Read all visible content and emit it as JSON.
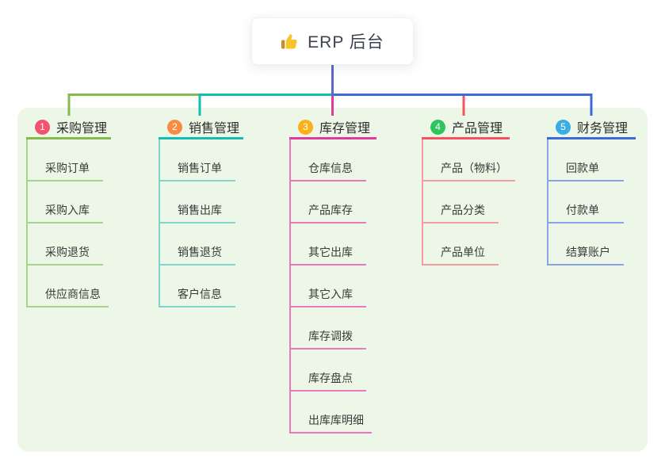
{
  "root": {
    "label": "ERP 后台",
    "icon": "thumbs-up-icon"
  },
  "branches": [
    {
      "badge": "1",
      "label": "采购管理",
      "badge_color": "#f4536e",
      "line_color": "#84bb4c",
      "child_line_color": "#a9d38b",
      "children": [
        "采购订单",
        "采购入库",
        "采购退货",
        "供应商信息"
      ]
    },
    {
      "badge": "2",
      "label": "销售管理",
      "badge_color": "#f98b43",
      "line_color": "#14bdb2",
      "child_line_color": "#7fd4cb",
      "children": [
        "销售订单",
        "销售出库",
        "销售退货",
        "客户信息"
      ]
    },
    {
      "badge": "3",
      "label": "库存管理",
      "badge_color": "#fbb017",
      "line_color": "#e03a9d",
      "child_line_color": "#ec77be",
      "children": [
        "仓库信息",
        "产品库存",
        "其它出库",
        "其它入库",
        "库存调拨",
        "库存盘点",
        "出库库明细"
      ]
    },
    {
      "badge": "4",
      "label": "产品管理",
      "badge_color": "#2dc55e",
      "line_color": "#f8515f",
      "child_line_color": "#f79ba3",
      "children": [
        "产品（物料）",
        "产品分类",
        "产品单位"
      ]
    },
    {
      "badge": "5",
      "label": "财务管理",
      "badge_color": "#38aee4",
      "line_color": "#3d6ad9",
      "child_line_color": "#87a4e3",
      "children": [
        "回款单",
        "付款单",
        "结算账户"
      ]
    }
  ],
  "colors": {
    "root_connector": "#5b68c7",
    "panel_background": "#ecf7e7",
    "root_text": "#3d4250"
  }
}
